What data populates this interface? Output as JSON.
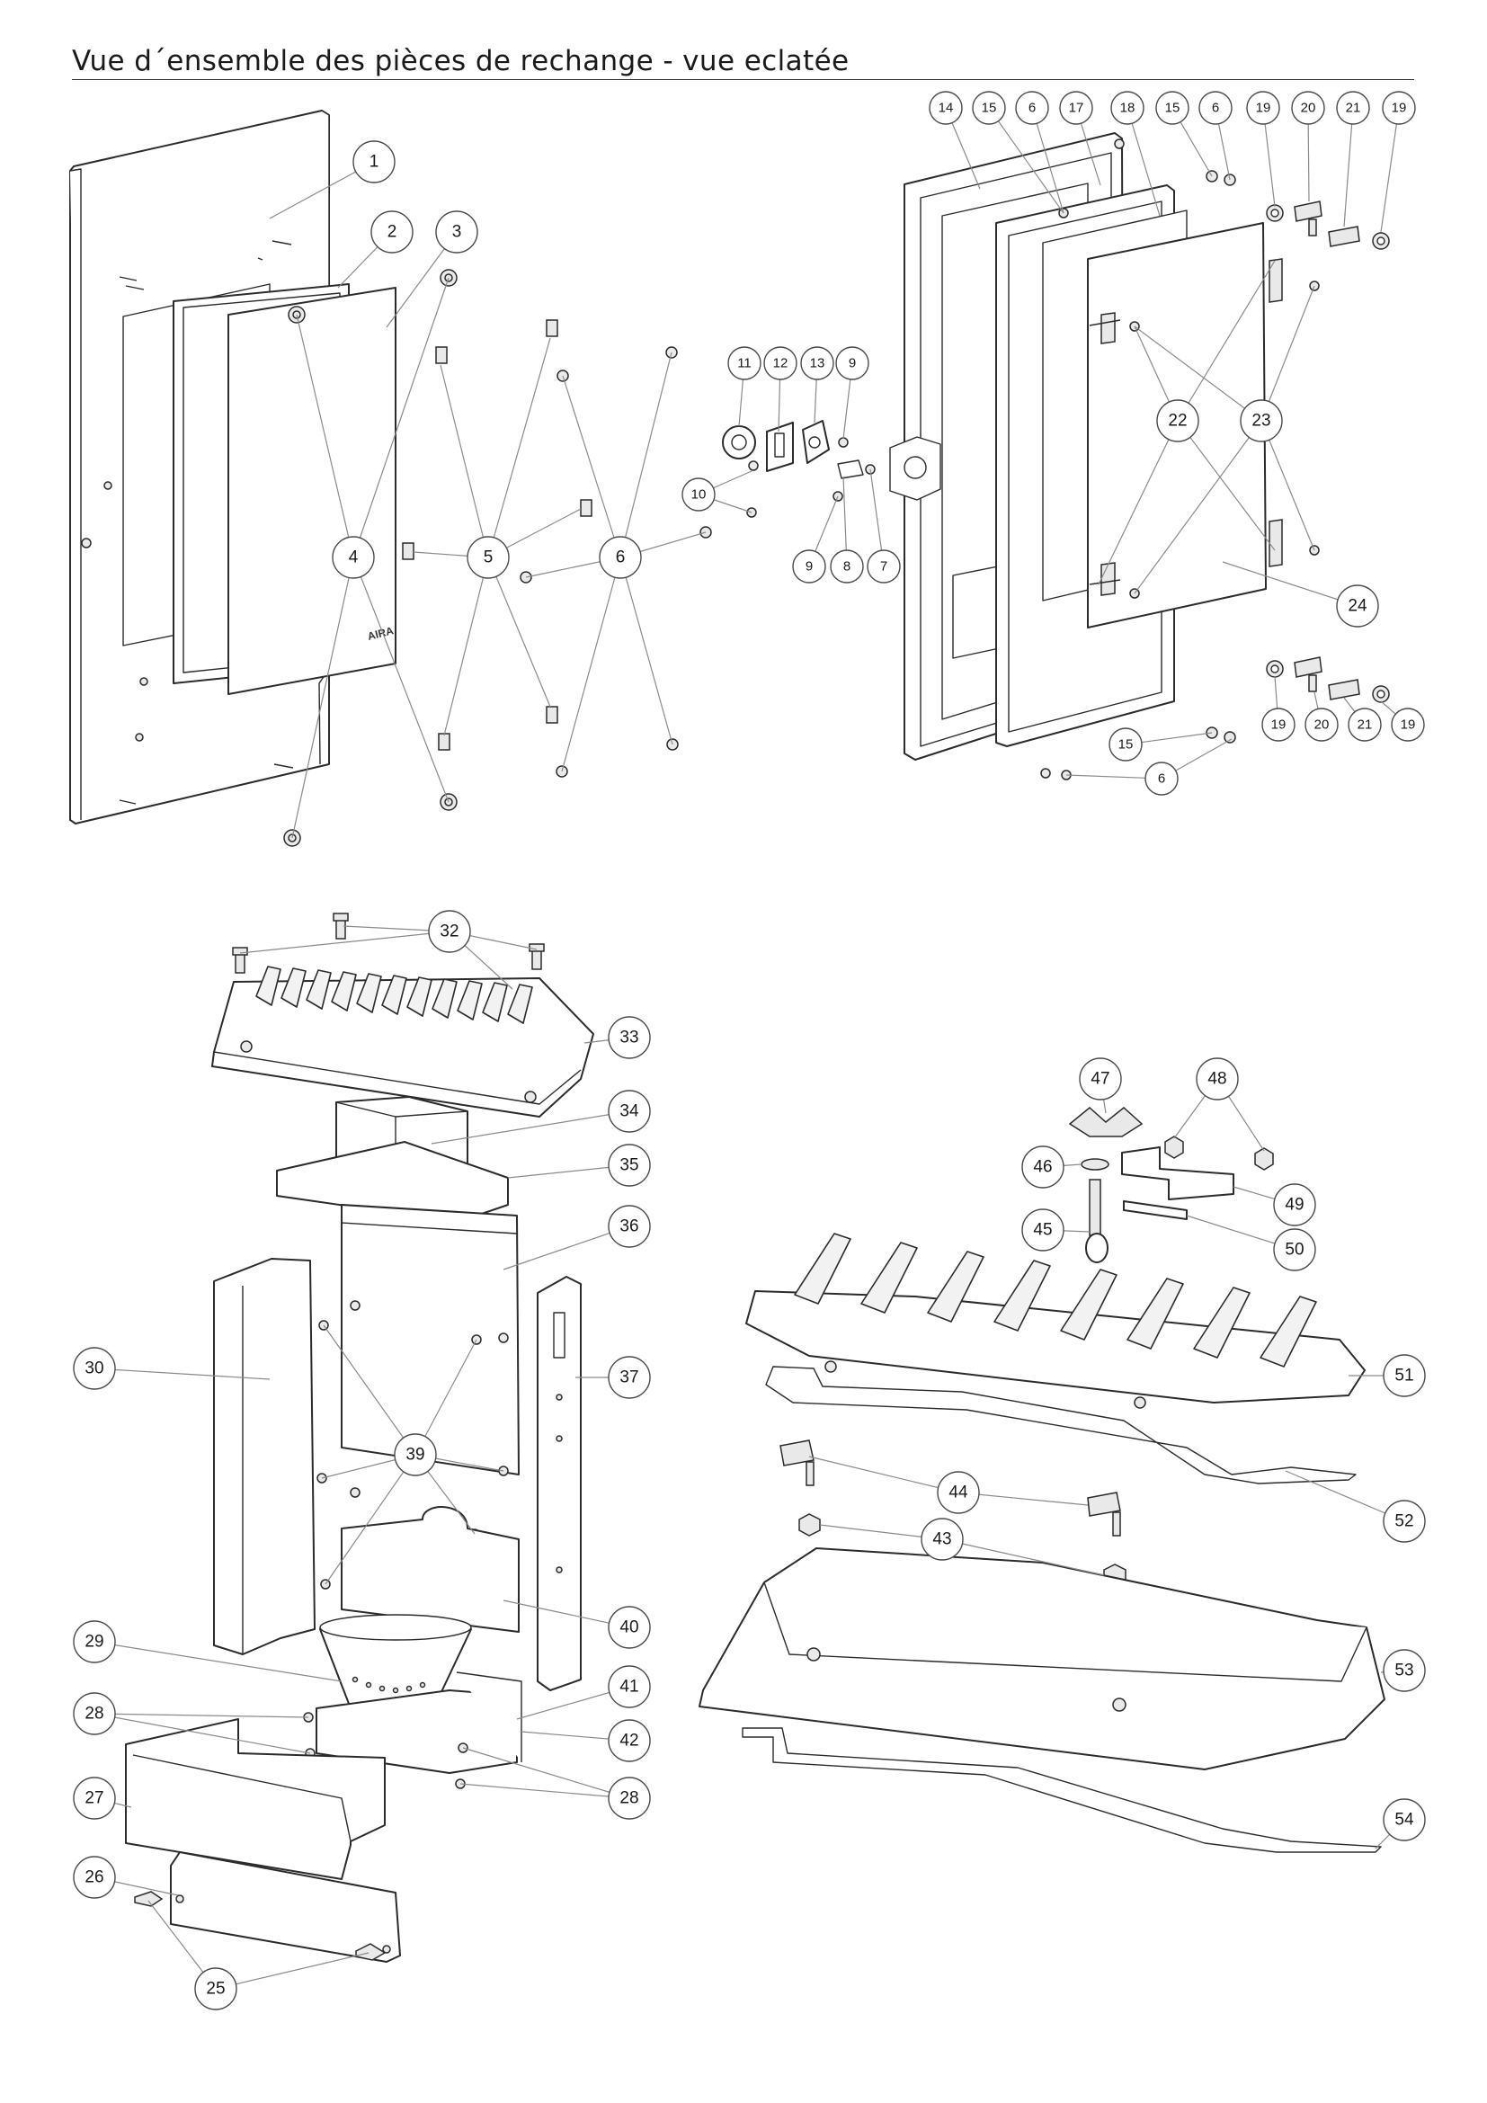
{
  "title": "Vue d´ensemble des pièces de rechange - vue eclatée",
  "brand_mark": "AIRA",
  "colors": {
    "line": "#2b2b2b",
    "leader": "#8a8a8a",
    "background": "#ffffff"
  },
  "callouts": [
    {
      "id": "c1",
      "label": "1"
    },
    {
      "id": "c2",
      "label": "2"
    },
    {
      "id": "c3",
      "label": "3"
    },
    {
      "id": "c4",
      "label": "4"
    },
    {
      "id": "c5",
      "label": "5"
    },
    {
      "id": "c6",
      "label": "6"
    },
    {
      "id": "c7",
      "label": "7"
    },
    {
      "id": "c8",
      "label": "8"
    },
    {
      "id": "c9a",
      "label": "9"
    },
    {
      "id": "c9b",
      "label": "9"
    },
    {
      "id": "c10",
      "label": "10"
    },
    {
      "id": "c11",
      "label": "11"
    },
    {
      "id": "c12",
      "label": "12"
    },
    {
      "id": "c13",
      "label": "13"
    },
    {
      "id": "c14",
      "label": "14"
    },
    {
      "id": "c15a",
      "label": "15"
    },
    {
      "id": "c6b",
      "label": "6"
    },
    {
      "id": "c17",
      "label": "17"
    },
    {
      "id": "c18",
      "label": "18"
    },
    {
      "id": "c15b",
      "label": "15"
    },
    {
      "id": "c6c",
      "label": "6"
    },
    {
      "id": "c19a",
      "label": "19"
    },
    {
      "id": "c20a",
      "label": "20"
    },
    {
      "id": "c21a",
      "label": "21"
    },
    {
      "id": "c19b",
      "label": "19"
    },
    {
      "id": "c22",
      "label": "22"
    },
    {
      "id": "c23",
      "label": "23"
    },
    {
      "id": "c24",
      "label": "24"
    },
    {
      "id": "c19c",
      "label": "19"
    },
    {
      "id": "c20b",
      "label": "20"
    },
    {
      "id": "c21b",
      "label": "21"
    },
    {
      "id": "c19d",
      "label": "19"
    },
    {
      "id": "c15c",
      "label": "15"
    },
    {
      "id": "c6d",
      "label": "6"
    },
    {
      "id": "c32",
      "label": "32"
    },
    {
      "id": "c33",
      "label": "33"
    },
    {
      "id": "c34",
      "label": "34"
    },
    {
      "id": "c35",
      "label": "35"
    },
    {
      "id": "c36",
      "label": "36"
    },
    {
      "id": "c30",
      "label": "30"
    },
    {
      "id": "c37",
      "label": "37"
    },
    {
      "id": "c39",
      "label": "39"
    },
    {
      "id": "c40",
      "label": "40"
    },
    {
      "id": "c29",
      "label": "29"
    },
    {
      "id": "c41",
      "label": "41"
    },
    {
      "id": "c28a",
      "label": "28"
    },
    {
      "id": "c42",
      "label": "42"
    },
    {
      "id": "c27",
      "label": "27"
    },
    {
      "id": "c28b",
      "label": "28"
    },
    {
      "id": "c26",
      "label": "26"
    },
    {
      "id": "c25",
      "label": "25"
    },
    {
      "id": "c47",
      "label": "47"
    },
    {
      "id": "c48",
      "label": "48"
    },
    {
      "id": "c46",
      "label": "46"
    },
    {
      "id": "c49",
      "label": "49"
    },
    {
      "id": "c45",
      "label": "45"
    },
    {
      "id": "c50",
      "label": "50"
    },
    {
      "id": "c51",
      "label": "51"
    },
    {
      "id": "c44",
      "label": "44"
    },
    {
      "id": "c52",
      "label": "52"
    },
    {
      "id": "c43",
      "label": "43"
    },
    {
      "id": "c53",
      "label": "53"
    },
    {
      "id": "c54",
      "label": "54"
    }
  ]
}
